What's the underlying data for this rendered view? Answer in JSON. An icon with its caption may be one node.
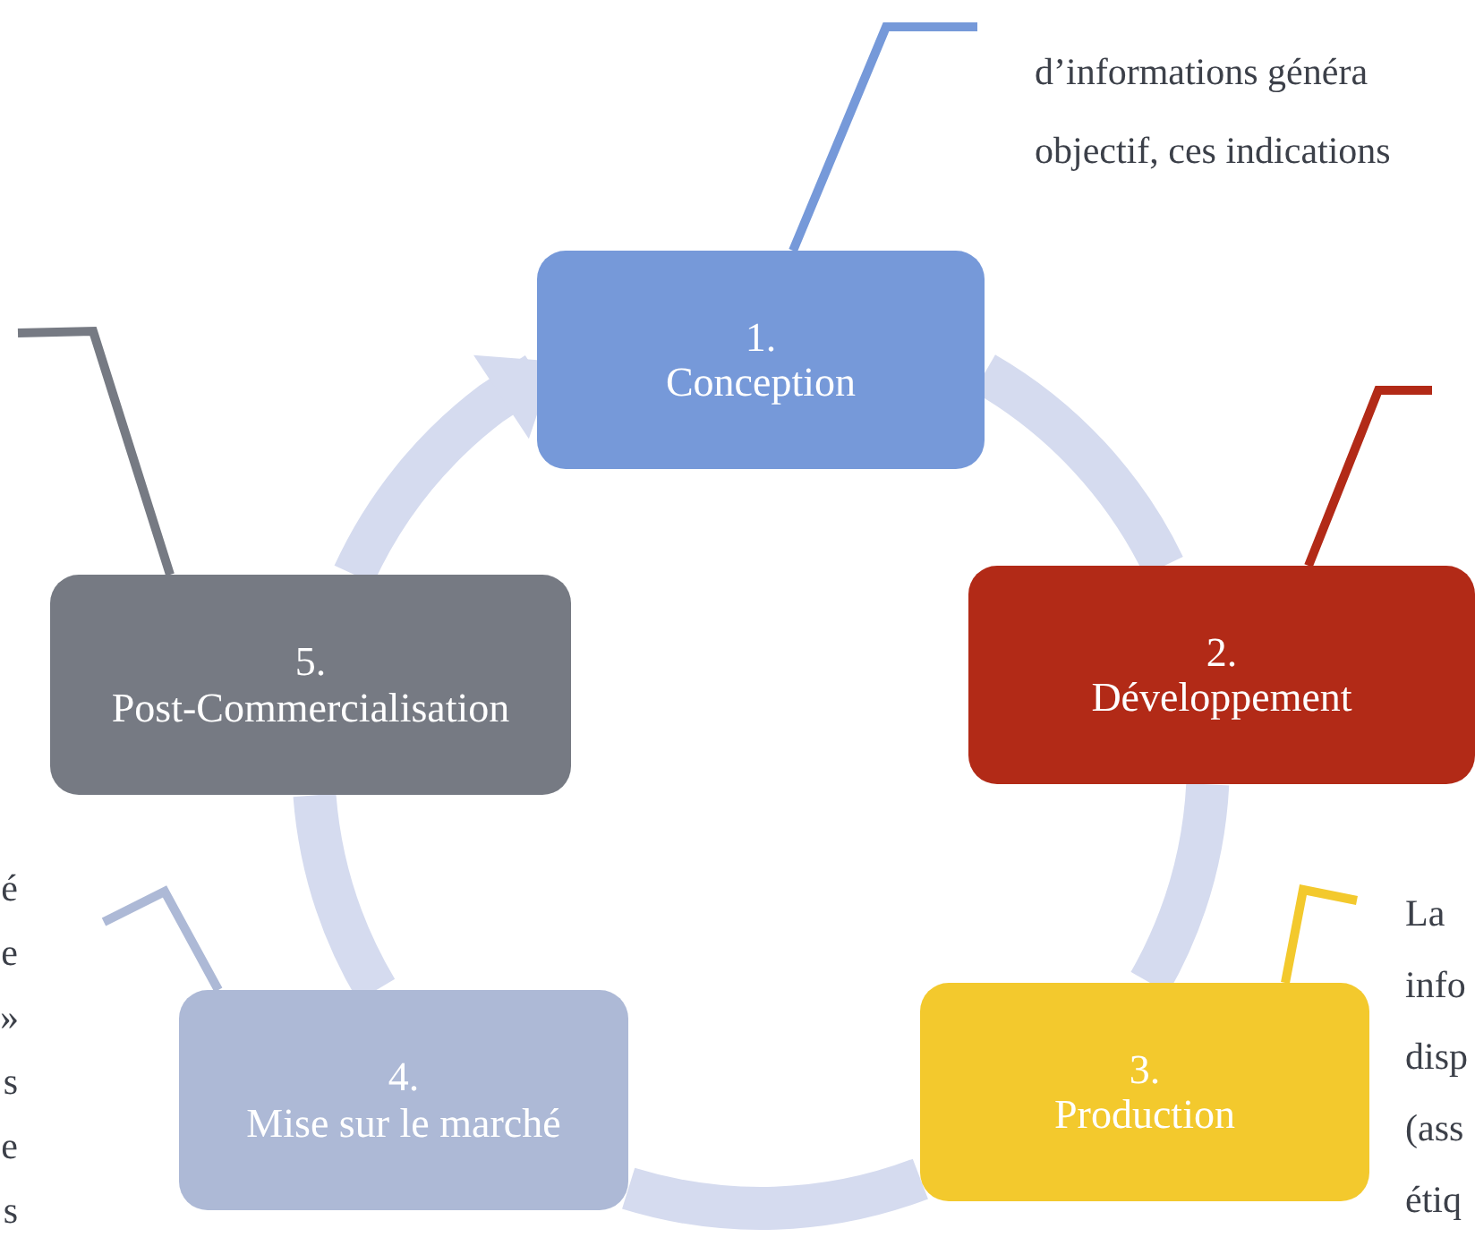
{
  "diagram": {
    "nodes": [
      {
        "text": [
          "1.",
          "Conception"
        ]
      },
      {
        "text": [
          "2.",
          "Développement"
        ]
      },
      {
        "text": [
          "3.",
          "Production"
        ]
      },
      {
        "text": [
          "4.",
          "Mise sur le marché"
        ]
      },
      {
        "text": [
          "5.",
          "Post-Commercialisation"
        ]
      },
      {
        "text": [
          "d’informations généra objectif, ces indications"
        ]
      },
      {
        "text": [
          "La info disp (ass étiq"
        ]
      },
      {
        "text": [
          "é e » s e s"
        ]
      }
    ],
    "edges": [
      {
        "from": 0,
        "to": 1,
        "arrow": "none",
        "style": "thick"
      },
      {
        "from": 1,
        "to": 2,
        "arrow": "none",
        "style": "thick"
      },
      {
        "from": 2,
        "to": 3,
        "arrow": "none",
        "style": "thick"
      },
      {
        "from": 3,
        "to": 4,
        "arrow": "none",
        "style": "thick"
      },
      {
        "from": 4,
        "to": 0,
        "arrow": "to",
        "style": "thick"
      },
      {
        "from": 5,
        "to": 0,
        "arrow": "none",
        "color": "#7699d9"
      },
      {
        "from": null,
        "to": 1,
        "arrow": "none",
        "color": "#b22a17"
      },
      {
        "from": 6,
        "to": 2,
        "arrow": "none",
        "color": "#f3c92d"
      },
      {
        "from": 7,
        "to": 3,
        "arrow": "none",
        "color": "#adb9d6"
      },
      {
        "from": null,
        "to": 4,
        "arrow": "none",
        "color": "#767a83"
      }
    ]
  }
}
